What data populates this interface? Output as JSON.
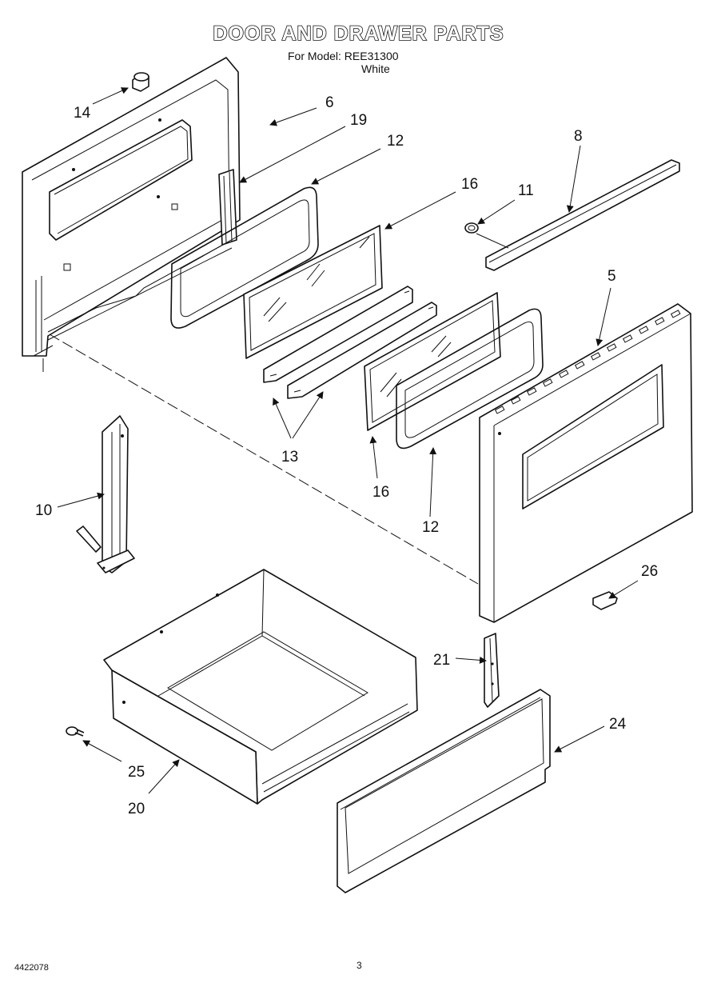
{
  "header": {
    "title": "DOOR AND DRAWER PARTS",
    "model_line": "For Model: REE31300",
    "color_line": "White"
  },
  "footer": {
    "doc_number": "4422078",
    "page_number": "3"
  },
  "callouts": {
    "c14": "14",
    "c6": "6",
    "c19": "19",
    "c12a": "12",
    "c16a": "16",
    "c11": "11",
    "c8": "8",
    "c5": "5",
    "c13": "13",
    "c16b": "16",
    "c12b": "12",
    "c10": "10",
    "c26": "26",
    "c21": "21",
    "c24": "24",
    "c25": "25",
    "c20": "20"
  }
}
